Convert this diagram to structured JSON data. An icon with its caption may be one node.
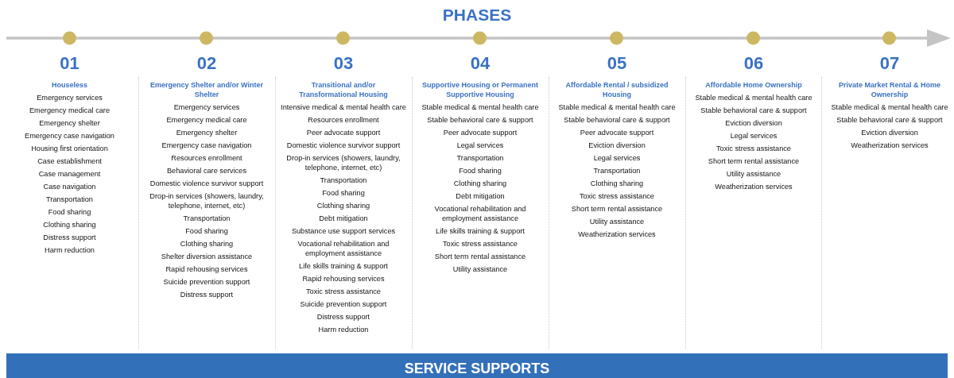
{
  "diagram": {
    "title": "PHASES",
    "nodes": [
      {
        "text": [
          "01",
          "Houseless",
          "Emergency services",
          "Emergency medical care",
          "Emergency shelter",
          "Emergency case navigation",
          "Housing first orientation",
          "Case establishment",
          "Case management",
          "Case navigation",
          "Transportation",
          "Food sharing",
          "Clothing sharing",
          "Distress support",
          "Harm reduction"
        ]
      },
      {
        "text": [
          "02",
          "Emergency Shelter and/or Winter Shelter",
          "Emergency services",
          "Emergency medical care",
          "Emergency shelter",
          "Emergency case navigation",
          "Resources enrollment",
          "Behavioral care services",
          "Domestic violence survivor support",
          "Drop-in services (showers, laundry, telephone, internet, etc)",
          "Transportation",
          "Food sharing",
          "Clothing sharing",
          "Shelter diversion assistance",
          "Rapid rehousing services",
          "Suicide prevention support",
          "Distress support"
        ]
      },
      {
        "text": [
          "03",
          "Transitional and/or Transformational Housing",
          "Intensive medical & mental health care",
          "Resources enrollment",
          "Peer advocate support",
          "Domestic violence survivor support",
          "Drop-in services (showers, laundry, telephone, internet, etc)",
          "Transportation",
          "Food sharing",
          "Clothing sharing",
          "Debt mitigation",
          "Substance use support services",
          "Vocational rehabilitation and employment assistance",
          "Life skills training & support",
          "Rapid rehousing services",
          "Toxic stress assistance",
          "Suicide prevention support",
          "Distress support",
          "Harm reduction"
        ]
      },
      {
        "text": [
          "04",
          "Supportive Housing or Permanent Supportive Housing",
          "Stable medical & mental health care",
          "Stable behavioral care & support",
          "Peer advocate support",
          "Legal services",
          "Transportation",
          "Food sharing",
          "Clothing sharing",
          "Debt mitigation",
          "Vocational rehabilitation and employment assistance",
          "Life skills training & support",
          "Toxic stress assistance",
          "Short term rental assistance",
          "Utility assistance"
        ]
      },
      {
        "text": [
          "05",
          "Affordable Rental / subsidized Housing",
          "Stable medical & mental health care",
          "Stable behavioral care & support",
          "Peer advocate support",
          "Eviction diversion",
          "Legal services",
          "Transportation",
          "Clothing sharing",
          "Toxic stress assistance",
          "Short term rental assistance",
          "Utility assistance",
          "Weatherization services"
        ]
      },
      {
        "text": [
          "06",
          "Affordable Home Ownership",
          "Stable medical & mental health care",
          "Stable behavioral care & support",
          "Eviction diversion",
          "Legal services",
          "Toxic stress assistance",
          "Short term rental assistance",
          "Utility assistance",
          "Weatherization services"
        ]
      },
      {
        "text": [
          "07",
          "Private Market Rental & Home Ownership",
          "Stable medical & mental health care",
          "Stable behavioral care & support",
          "Eviction diversion",
          "Weatherization services"
        ]
      },
      {
        "text": [
          "SERVICE SUPPORTS"
        ]
      }
    ]
  }
}
